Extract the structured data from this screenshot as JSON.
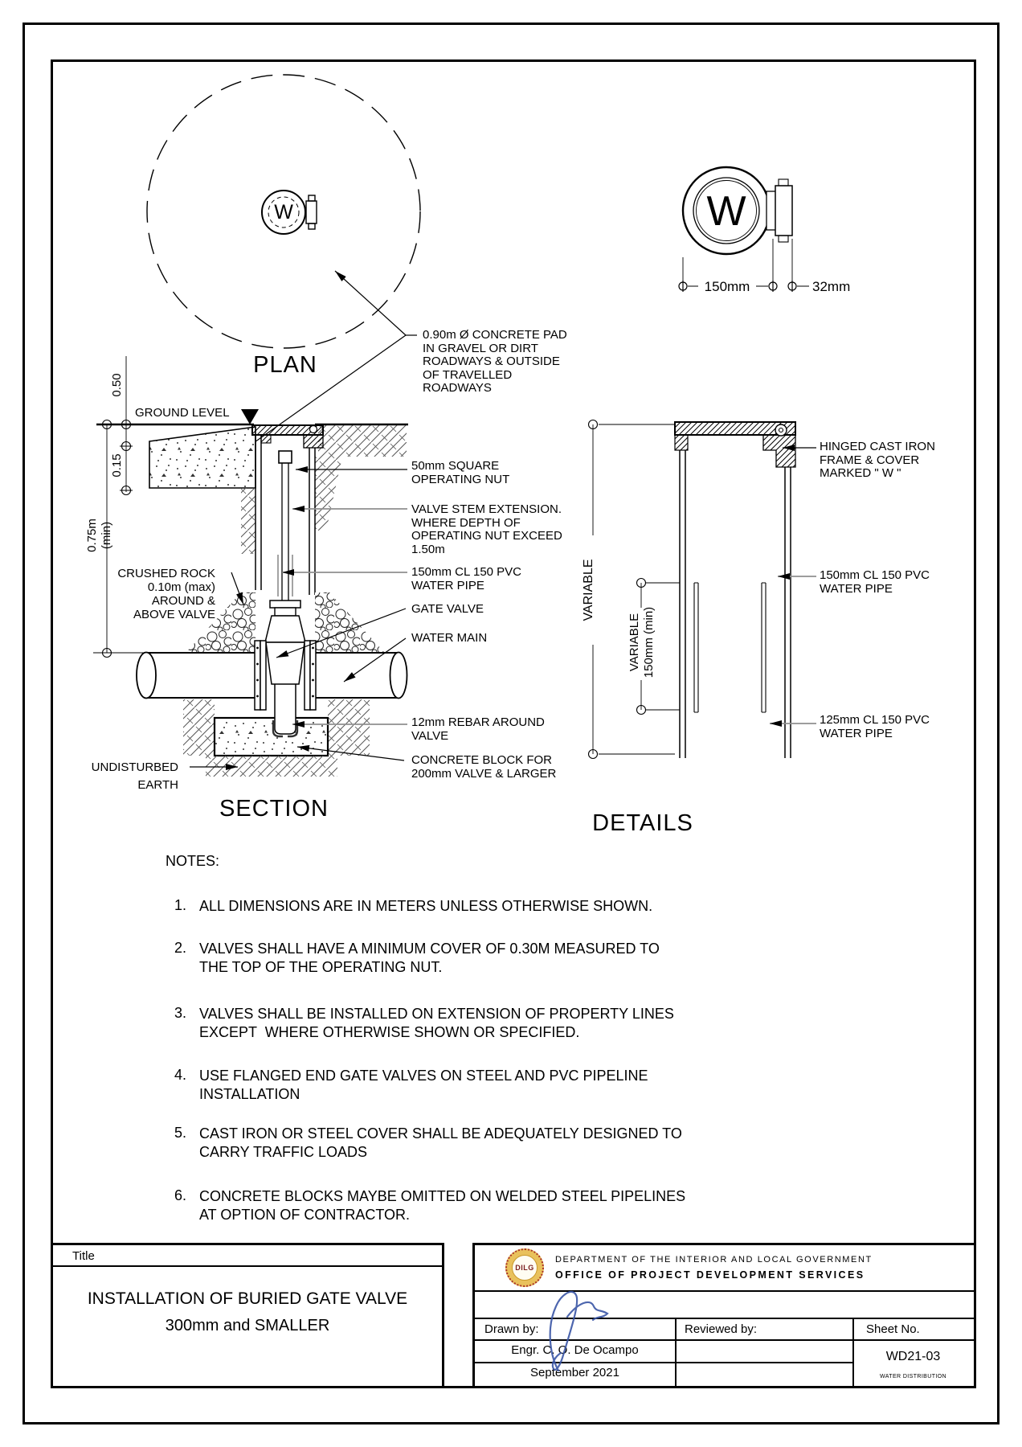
{
  "colors": {
    "line": "#000000",
    "leader_gray": "#8f8f8f",
    "signature_blue": "#3a55a5",
    "logo_gold": "#c9992b",
    "logo_maroon": "#7a1f1f"
  },
  "plan": {
    "title": "PLAN",
    "symbol_letter": "W",
    "pad_label": "0.90m Ø CONCRETE PAD\nIN GRAVEL OR DIRT\nROADWAYS & OUTSIDE\nOF TRAVELLED\nROADWAYS"
  },
  "cover_detail": {
    "letter": "W",
    "dim_width": "150mm",
    "dim_hinge": "32mm"
  },
  "section": {
    "title": "SECTION",
    "ground_level": "GROUND LEVEL",
    "dims": {
      "d050": "0.50",
      "d015": "0.15",
      "d075": "0.75m\n(min)"
    },
    "crushed_rock": "CRUSHED ROCK\n0.10m (max)\nAROUND  &\nABOVE VALVE",
    "undisturbed": "UNDISTURBED\nEARTH",
    "callouts": {
      "nut": "50mm SQUARE\nOPERATING NUT",
      "stem": "VALVE STEM EXTENSION.\nWHERE DEPTH OF\nOPERATING NUT EXCEED\n1.50m",
      "pipe150": "150mm CL 150 PVC\nWATER PIPE",
      "gate_valve": "GATE VALVE",
      "water_main": "WATER MAIN",
      "rebar": "12mm REBAR AROUND\nVALVE",
      "block": "CONCRETE BLOCK FOR\n200mm VALVE & LARGER"
    }
  },
  "details": {
    "title": "DETAILS",
    "dim_outer": "VARIABLE",
    "dim_inner": "VARIABLE\n150mm (min)",
    "callouts": {
      "frame": "HINGED CAST IRON\nFRAME & COVER\nMARKED \" W \"",
      "pipe150": "150mm CL 150 PVC\nWATER PIPE",
      "pipe125": "125mm CL 150 PVC\nWATER PIPE"
    }
  },
  "notes": {
    "heading": "NOTES:",
    "items": [
      {
        "num": "1.",
        "text": "ALL DIMENSIONS ARE IN METERS UNLESS OTHERWISE SHOWN."
      },
      {
        "num": "2.",
        "text": "VALVES SHALL HAVE A MINIMUM COVER OF 0.30M MEASURED TO\nTHE TOP OF THE OPERATING NUT."
      },
      {
        "num": "3.",
        "text": "VALVES SHALL BE INSTALLED ON EXTENSION OF PROPERTY LINES\nEXCEPT  WHERE OTHERWISE SHOWN OR SPECIFIED."
      },
      {
        "num": "4.",
        "text": "USE FLANGED END GATE VALVES ON STEEL AND PVC PIPELINE\nINSTALLATION"
      },
      {
        "num": "5.",
        "text": "CAST IRON OR STEEL COVER SHALL BE ADEQUATELY DESIGNED TO\nCARRY TRAFFIC LOADS"
      },
      {
        "num": "6.",
        "text": "CONCRETE BLOCKS MAYBE OMITTED ON WELDED STEEL PIPELINES\nAT OPTION OF CONTRACTOR."
      }
    ]
  },
  "titleblock": {
    "title_label": "Title",
    "title_line1": "INSTALLATION OF BURIED GATE VALVE",
    "title_line2": "300mm and SMALLER",
    "logo_text": "DILG",
    "agency_line1": "DEPARTMENT OF THE INTERIOR AND LOCAL GOVERNMENT",
    "agency_line2": "OFFICE OF PROJECT DEVELOPMENT SERVICES",
    "drawn_by_label": "Drawn by:",
    "reviewed_by_label": "Reviewed by:",
    "sheet_no_label": "Sheet No.",
    "drawn_by_name": "Engr. C. O. De Ocampo",
    "drawn_date": "September 2021",
    "sheet_no": "WD21-03",
    "sheet_sub": "WATER DISTRIBUTION"
  }
}
